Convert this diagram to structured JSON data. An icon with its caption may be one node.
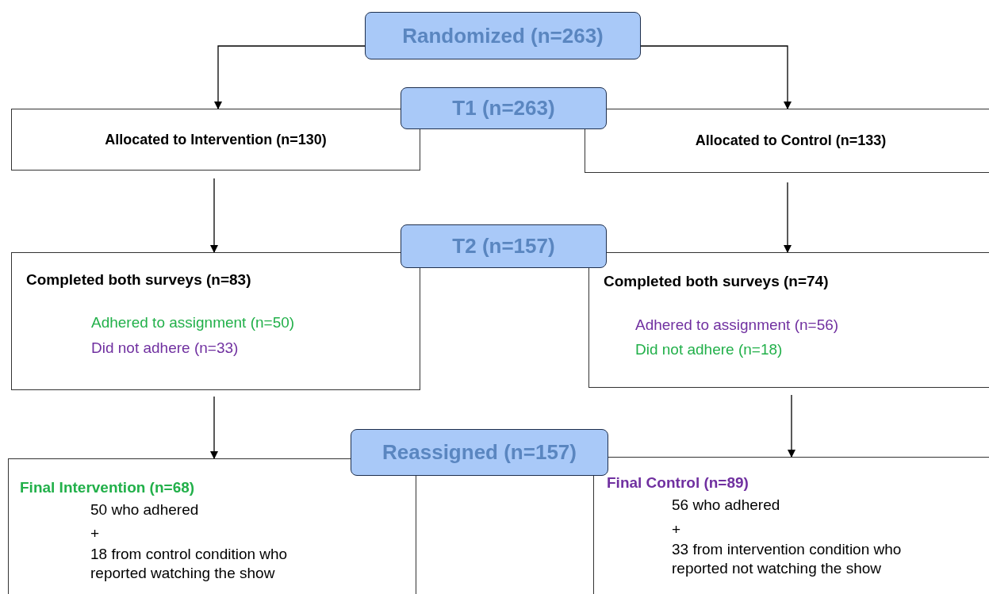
{
  "diagram": {
    "nodes": [
      {
        "text": [
          "Randomized (n=263)"
        ]
      },
      {
        "text": [
          "T1 (n=263)"
        ]
      },
      {
        "text": [
          "Allocated to Intervention (n=130)"
        ]
      },
      {
        "text": [
          "Allocated to Control (n=133)"
        ]
      },
      {
        "text": [
          "T2 (n=157)"
        ]
      },
      {
        "text": [
          "Completed both surveys (n=83)",
          "Adhered to assignment (n=50)",
          "Did not adhere (n=33)"
        ]
      },
      {
        "text": [
          "Completed both surveys (n=74)",
          "Adhered to assignment (n=56)",
          "Did not adhere (n=18)"
        ]
      },
      {
        "text": [
          "Reassigned (n=157)"
        ]
      },
      {
        "text": [
          "Final Intervention (n=68)",
          "50 who adhered",
          "+",
          "18 from control condition who reported watching the show"
        ]
      },
      {
        "text": [
          "Final Control (n=89)",
          "56 who adhered",
          "+",
          "33 from intervention condition who reported not watching the show"
        ]
      }
    ],
    "edges": [
      {
        "from": 0,
        "to": 2,
        "arrow": "to"
      },
      {
        "from": 0,
        "to": 3,
        "arrow": "to"
      },
      {
        "from": 2,
        "to": 5,
        "arrow": "to"
      },
      {
        "from": 3,
        "to": 6,
        "arrow": "to"
      },
      {
        "from": 5,
        "to": 8,
        "arrow": "to"
      },
      {
        "from": 6,
        "to": 9,
        "arrow": "to"
      }
    ]
  }
}
